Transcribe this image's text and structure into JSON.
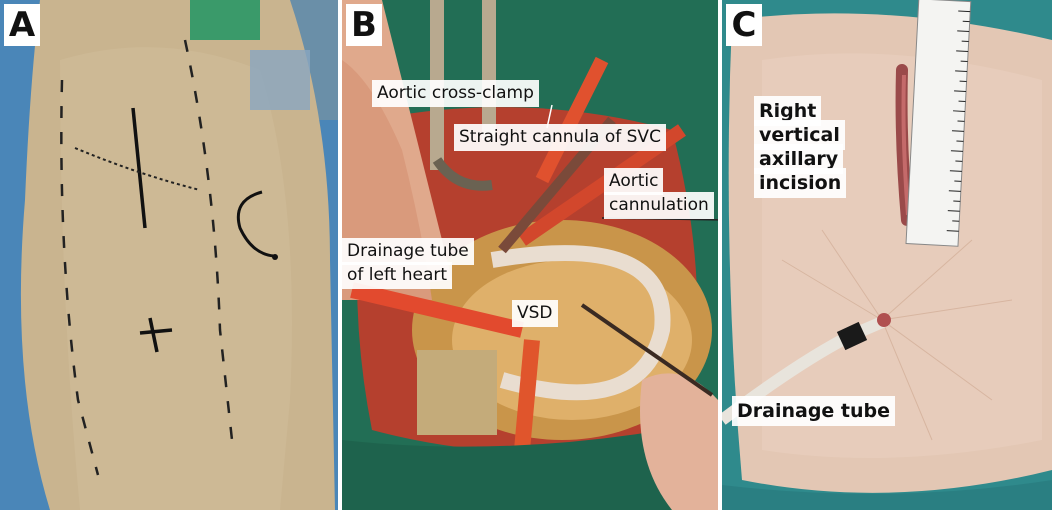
{
  "panels": [
    {
      "label": "A"
    },
    {
      "label": "B",
      "annotations": {
        "aortic_clamp": "Aortic cross-clamp",
        "svc_cannula": "Straight cannula of SVC",
        "aortic_cannulation_1": "Aortic",
        "aortic_cannulation_2": "cannulation",
        "drainage_left_1": "Drainage tube",
        "drainage_left_2": "of  left heart",
        "vsd": "VSD"
      }
    },
    {
      "label": "C",
      "annotations": {
        "incision_1": "Right",
        "incision_2": "vertical",
        "incision_3": "axillary",
        "incision_4": "incision",
        "drainage_tube": "Drainage tube"
      }
    }
  ]
}
